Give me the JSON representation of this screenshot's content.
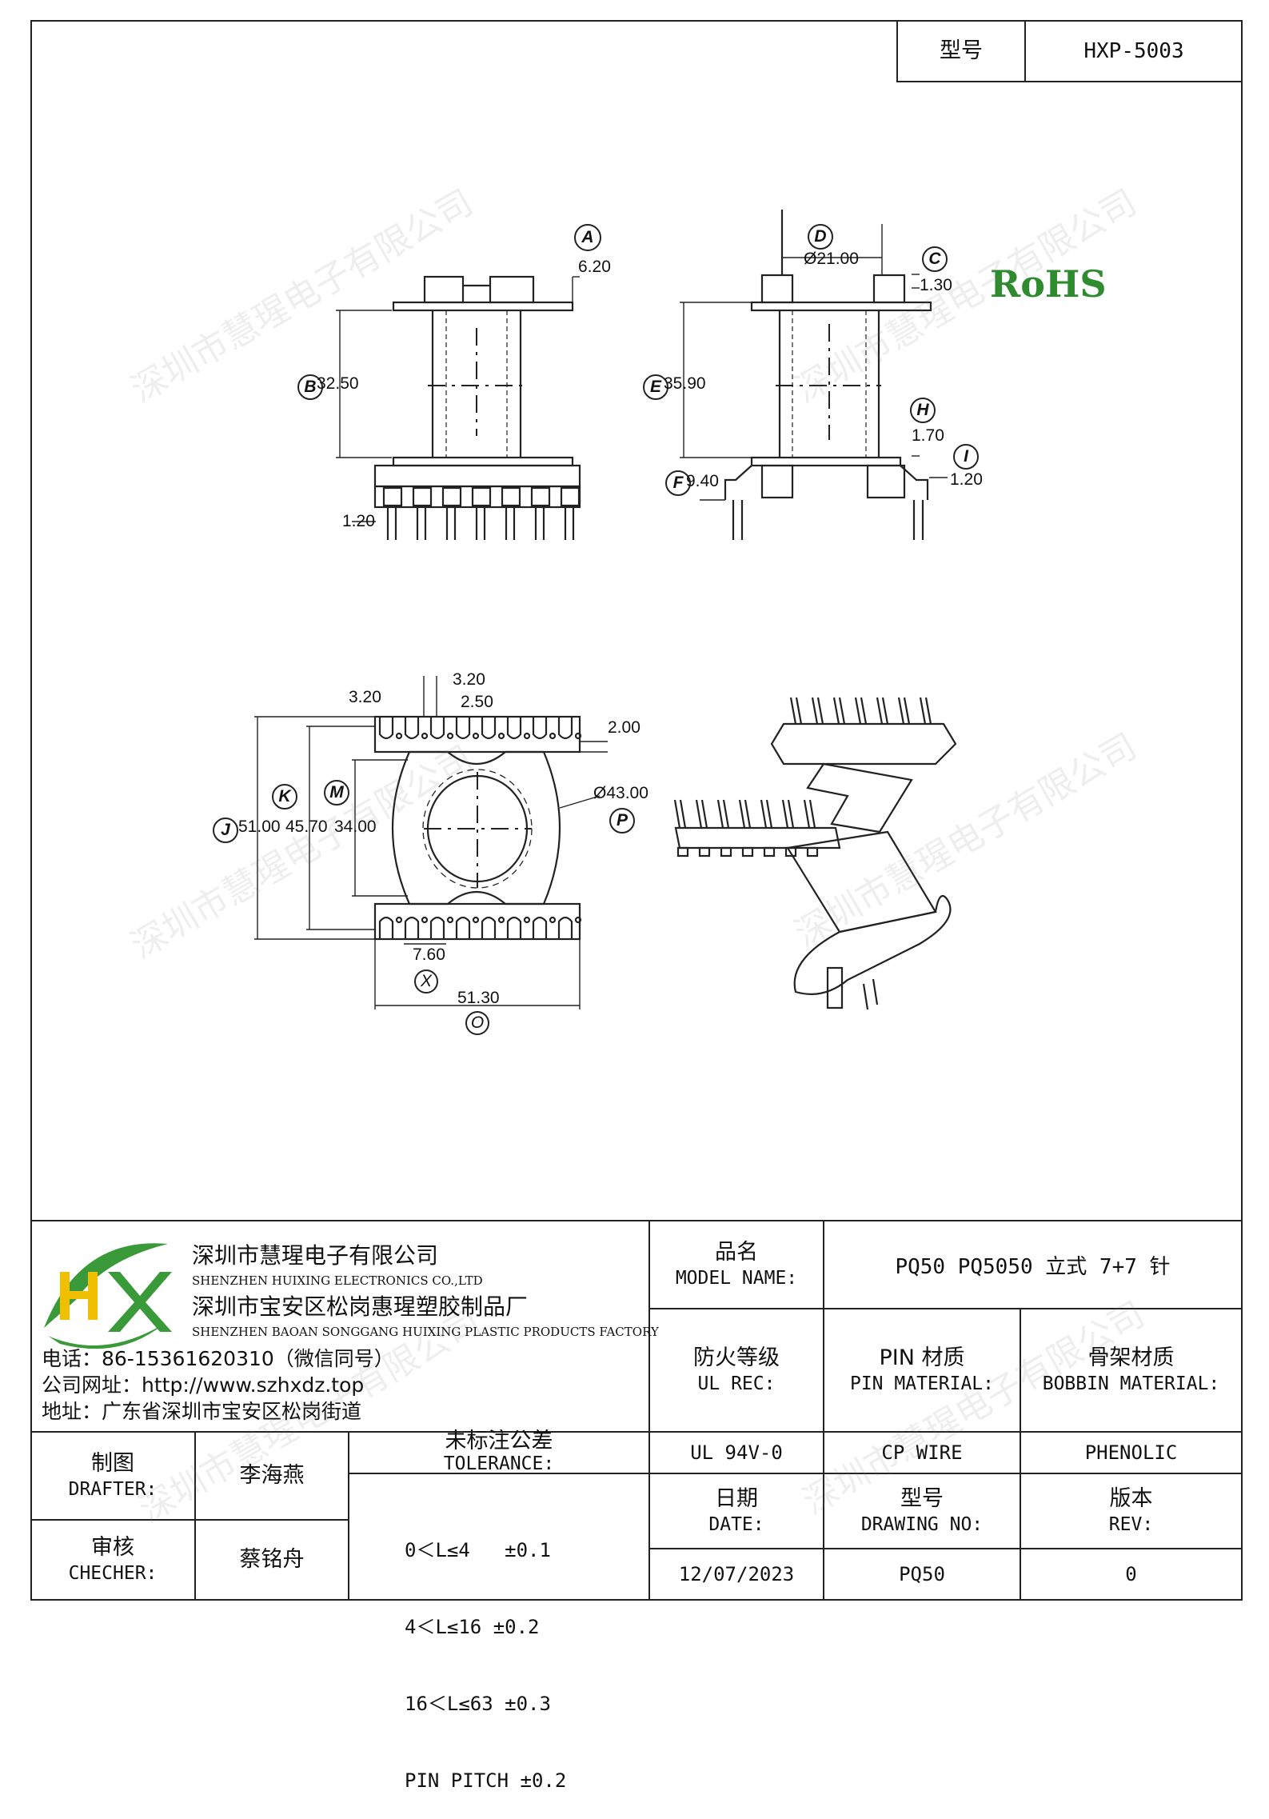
{
  "header": {
    "model_label": "型号",
    "model_value": "HXP-5003"
  },
  "rohs": "RoHS",
  "watermark": "深圳市慧瑆电子有限公司",
  "dimensions": {
    "A": "A",
    "A_val": "6.20",
    "B": "B",
    "B_val": "32.50",
    "C": "C",
    "C_val": "1.30",
    "D": "D",
    "D_val": "Ø21.00",
    "E": "E",
    "E_val": "35.90",
    "F": "F",
    "F_val": "9.40",
    "H": "H",
    "H_val": "1.70",
    "I": "I",
    "I_val": "1.20",
    "pin_width": "1.20",
    "top_3_20a": "3.20",
    "top_3_20b": "3.20",
    "top_2_50": "2.50",
    "top_2_00": "2.00",
    "J": "J",
    "J_val": "51.00",
    "K": "K",
    "K_val": "45.70",
    "M": "M",
    "M_val": "34.00",
    "P": "P",
    "P_val": "Ø43.00",
    "X": "X",
    "X_val": "7.60",
    "O": "O",
    "O_val": "51.30"
  },
  "company": {
    "name_cn": "深圳市慧瑆电子有限公司",
    "name_en": "SHENZHEN HUIXING ELECTRONICS CO.,LTD",
    "factory_cn": "深圳市宝安区松岗惠瑆塑胶制品厂",
    "factory_en": "SHENZHEN BAOAN SONGGANG HUIXING PLASTIC PRODUCTS FACTORY",
    "phone": "电话：86-15361620310（微信同号）",
    "website": "公司网址：http://www.szhxdz.top",
    "address": "地址：广东省深圳市宝安区松岗街道"
  },
  "table": {
    "model_name_cn": "品名",
    "model_name_en": "MODEL NAME:",
    "model_name_value": "PQ50 PQ5050 立式 7+7 针",
    "ul_cn": "防火等级",
    "ul_en": "UL REC:",
    "pin_mat_cn": "PIN 材质",
    "pin_mat_en": "PIN MATERIAL:",
    "bobbin_cn": "骨架材质",
    "bobbin_en": "BOBBIN MATERIAL:",
    "ul_value": "UL 94V-0",
    "pin_value": "CP WIRE",
    "bobbin_value": "PHENOLIC",
    "drafter_cn": "制图",
    "drafter_en": "DRAFTER:",
    "drafter_name": "李海燕",
    "checker_cn": "审核",
    "checker_en": "CHECHER:",
    "checker_name": "蔡铭舟",
    "tolerance_cn": "未标注公差",
    "tolerance_en": "TOLERANCE:",
    "tolerances": [
      "0＜L≤4   ±0.1",
      "4＜L≤16 ±0.2",
      "16＜L≤63 ±0.3",
      "PIN PITCH ±0.2"
    ],
    "date_cn": "日期",
    "date_en": "DATE:",
    "date_value": "12/07/2023",
    "drawing_cn": "型号",
    "drawing_en": "DRAWING NO:",
    "drawing_value": "PQ50",
    "rev_cn": "版本",
    "rev_en": "REV:",
    "rev_value": "0"
  },
  "colors": {
    "logo_green": "#3a9a3a",
    "logo_yellow": "#f0c000",
    "rohs_green": "#2e8b2e"
  }
}
